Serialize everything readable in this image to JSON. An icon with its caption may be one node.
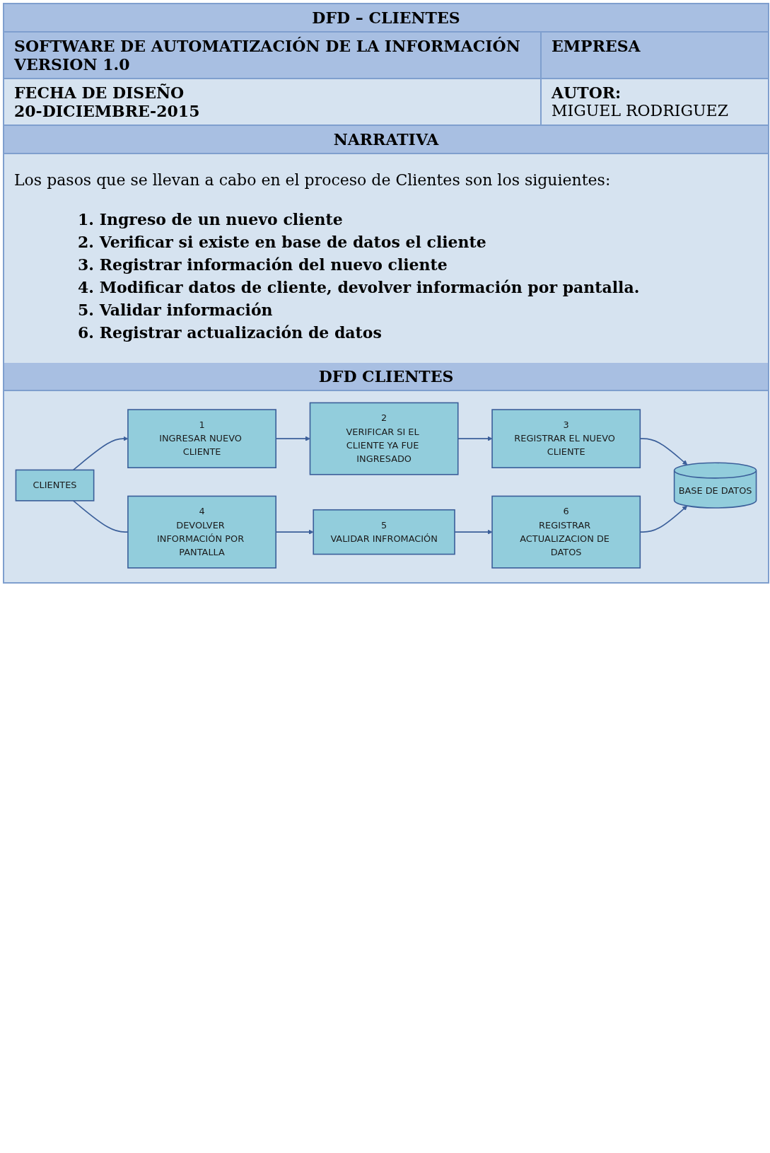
{
  "diagram": {
    "title": "DFD – CLIENTES",
    "nodes": [
      {
        "text": [
          "CLIENTES"
        ]
      },
      {
        "text": [
          "1",
          "INGRESAR NUEVO CLIENTE"
        ]
      },
      {
        "text": [
          "2",
          "VERIFICAR SI EL CLIENTE YA FUE INGRESADO"
        ]
      },
      {
        "text": [
          "3",
          "REGISTRAR EL NUEVO CLIENTE"
        ]
      },
      {
        "text": [
          "BASE DE DATOS"
        ]
      },
      {
        "text": [
          "4",
          "DEVOLVER INFORMACIÓN POR PANTALLA"
        ]
      },
      {
        "text": [
          "6",
          "REGISTRAR ACTUALIZACION DE DATOS"
        ]
      },
      {
        "text": [
          "5",
          "VALIDAR INFROMACIÓN"
        ]
      }
    ],
    "edges": [
      {
        "from": 0,
        "to": 1,
        "arrow": "to"
      },
      {
        "from": 1,
        "to": 2,
        "arrow": "to"
      },
      {
        "from": 2,
        "to": 3,
        "arrow": "to"
      },
      {
        "from": 3,
        "to": 4,
        "arrow": "to"
      },
      {
        "from": 0,
        "to": 5,
        "arrow": "none"
      },
      {
        "from": 5,
        "to": 7,
        "arrow": "to"
      },
      {
        "from": 7,
        "to": 6,
        "arrow": "to"
      },
      {
        "from": 6,
        "to": 4,
        "arrow": "to"
      }
    ],
    "labels": [
      "SOFTWARE DE AUTOMATIZACIÓN DE LA INFORMACIÓN",
      "VERSION 1.0",
      "EMPRESA",
      "FECHA DE DISEÑO",
      "20-DICIEMBRE-2015",
      "AUTOR:",
      "MIGUEL RODRIGUEZ",
      "NARRATIVA",
      "Los pasos que se llevan a cabo en el proceso de Clientes son los siguientes:",
      "1. Ingreso de un nuevo cliente",
      "2. Verificar si existe en base de datos el cliente",
      "3. Registrar información del nuevo cliente",
      "4. Modificar datos de cliente, devolver información por pantalla.",
      "5. Validar información",
      "6. Registrar actualización de datos",
      "DFD CLIENTES"
    ]
  }
}
